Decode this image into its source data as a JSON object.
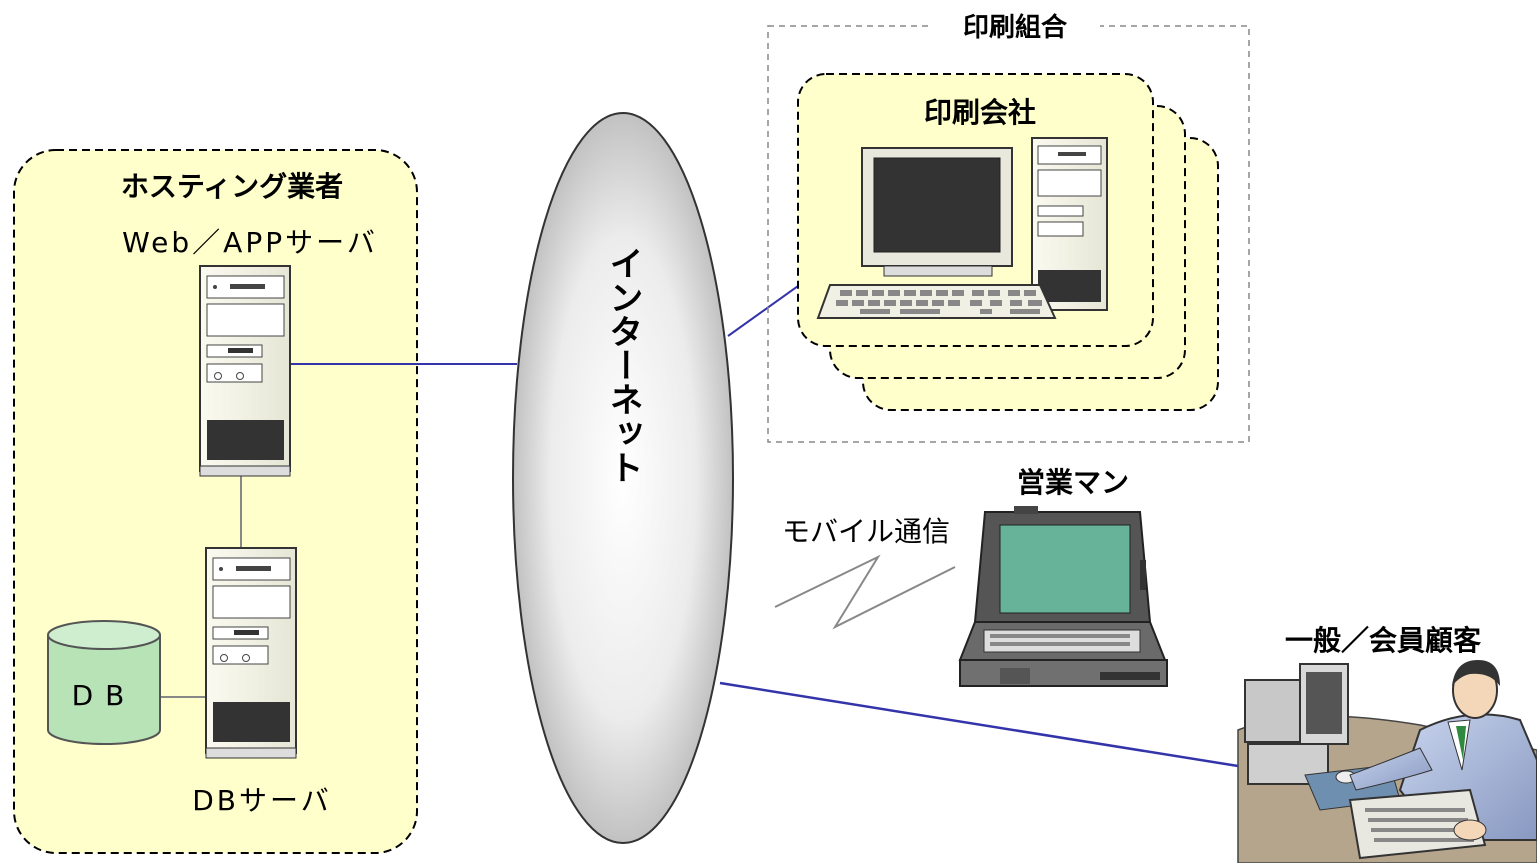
{
  "hosting": {
    "title": "ホスティング業者",
    "web_server_label": "Web／APPサーバ",
    "db_server_label": "DBサーバ",
    "db_label": "DB"
  },
  "internet": {
    "label": "インターネット"
  },
  "print_union": {
    "title": "印刷組合",
    "company_label": "印刷会社"
  },
  "mobile": {
    "comm_label": "モバイル通信",
    "sales_label": "営業マン"
  },
  "customer": {
    "label": "一般／会員顧客"
  },
  "colors": {
    "zone_fill": "#ffffcc",
    "link_line": "#3333aa",
    "cloud_mid": "#f4f4f4",
    "cloud_edge": "#b8b8b8",
    "db_fill": "#b7e3b7",
    "laptop_screen": "#66b39a"
  },
  "icons": [
    "server-tower-icon",
    "database-icon",
    "desktop-computer-icon",
    "laptop-icon",
    "person-at-computer-icon"
  ]
}
